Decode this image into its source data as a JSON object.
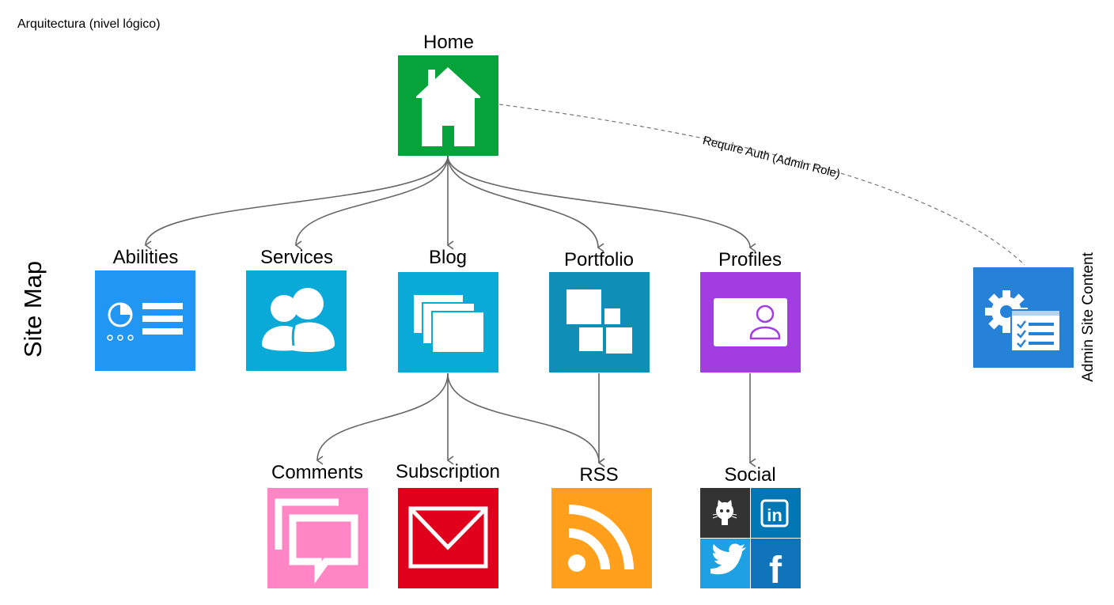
{
  "caption": "Arquitectura (nivel lógico)",
  "side_label": "Site Map",
  "nodes": {
    "home": "Home",
    "abilities": "Abilities",
    "services": "Services",
    "blog": "Blog",
    "portfolio": "Portfolio",
    "profiles": "Profiles",
    "comments": "Comments",
    "subscription": "Subscription",
    "rss": "RSS",
    "social": "Social",
    "admin": "Admin Site Content"
  },
  "edge_label": "Require Auth (Admin Role)",
  "colors": {
    "home": "#05a33a",
    "abilities": "#2196f3",
    "services": "#0aaad8",
    "blog": "#0aaad8",
    "portfolio": "#0f8fb8",
    "profiles": "#a23de2",
    "comments": "#ff86c4",
    "subscription": "#e0001b",
    "rss": "#ff9f1c",
    "social_github": "#333333",
    "social_linkedin": "#0077b5",
    "social_twitter": "#1da1e2",
    "social_facebook": "#0f74b9",
    "admin": "#2682d6",
    "connector": "#666666"
  },
  "icons": {
    "home": "house-icon",
    "abilities": "dashboard-icon",
    "services": "users-icon",
    "blog": "stacked-pages-icon",
    "portfolio": "tiles-icon",
    "profiles": "profile-card-icon",
    "comments": "chat-bubbles-icon",
    "subscription": "envelope-icon",
    "rss": "rss-icon",
    "social": [
      "github-icon",
      "linkedin-icon",
      "twitter-icon",
      "facebook-icon"
    ],
    "admin": "gear-checklist-icon"
  }
}
